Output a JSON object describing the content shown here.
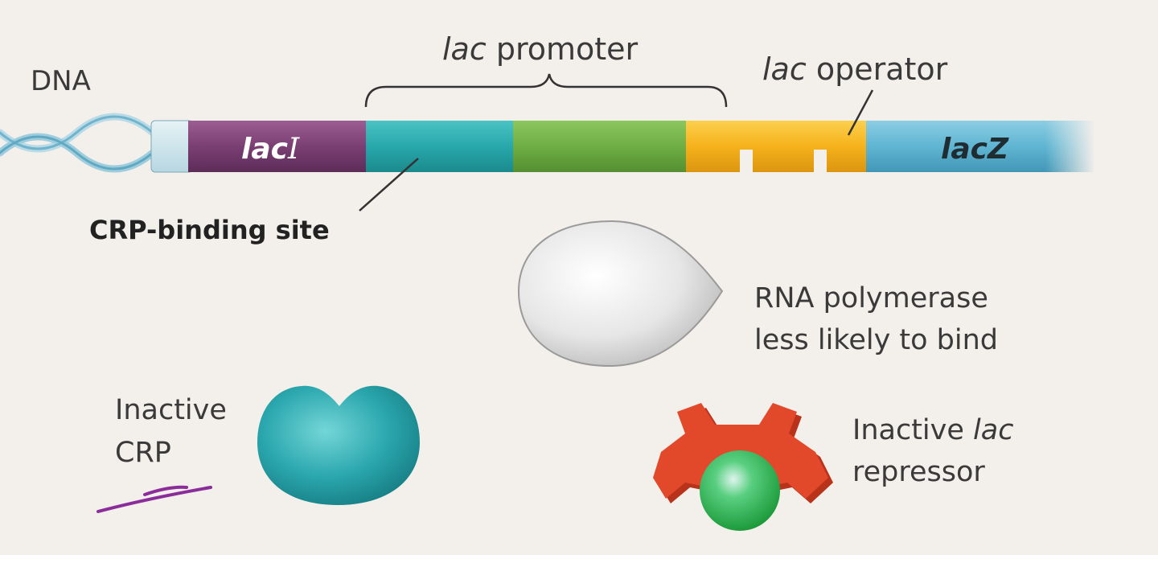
{
  "labels": {
    "dna": "DNA",
    "promoter_it": "lac",
    "promoter_rest": " promoter",
    "operator_it": "lac",
    "operator_rest": " operator",
    "laci_pre": "lac",
    "laci_post": "I",
    "lacz": "lacZ",
    "crp_site": "CRP-binding site",
    "rnap_line1": "RNA polymerase",
    "rnap_line2": "less likely to bind",
    "crp_line1": "Inactive",
    "crp_line2": "CRP",
    "rep_line1_pre": "Inactive ",
    "rep_line1_it": "lac",
    "rep_line2": "repressor"
  },
  "colors": {
    "background": "#f3efeb",
    "laci": "#7a3f73",
    "crp_site": "#27a8ab",
    "rnap_site": "#6fae45",
    "operator": "#f6b21b",
    "lacz": "#5fb5d2",
    "crp_protein": "#2aa7ad",
    "repressor": "#e2492a",
    "inducer": "#2ab84a",
    "rna_polymerase": "#e6e6e6"
  }
}
